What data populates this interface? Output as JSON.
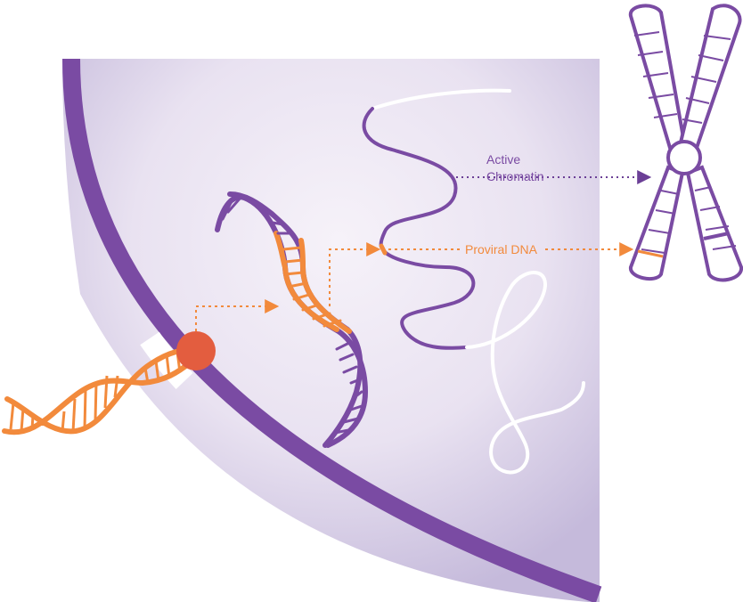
{
  "labels": {
    "active_chromatin_line1": "Active",
    "active_chromatin_line2": "Chromatin",
    "proviral_dna": "Proviral DNA"
  },
  "colors": {
    "purple": "#7a4ba3",
    "orange": "#f28a3c",
    "virus_red": "#e35d3f",
    "nucleus_fill_inner": "#f3eef7",
    "nucleus_fill_outer": "#c6bcdc",
    "white": "#ffffff"
  },
  "icons": [
    "cell-membrane",
    "virus-particle",
    "viral-rna-helix",
    "integrating-dna-helix",
    "chromatin-strand",
    "chromosome-icon"
  ]
}
